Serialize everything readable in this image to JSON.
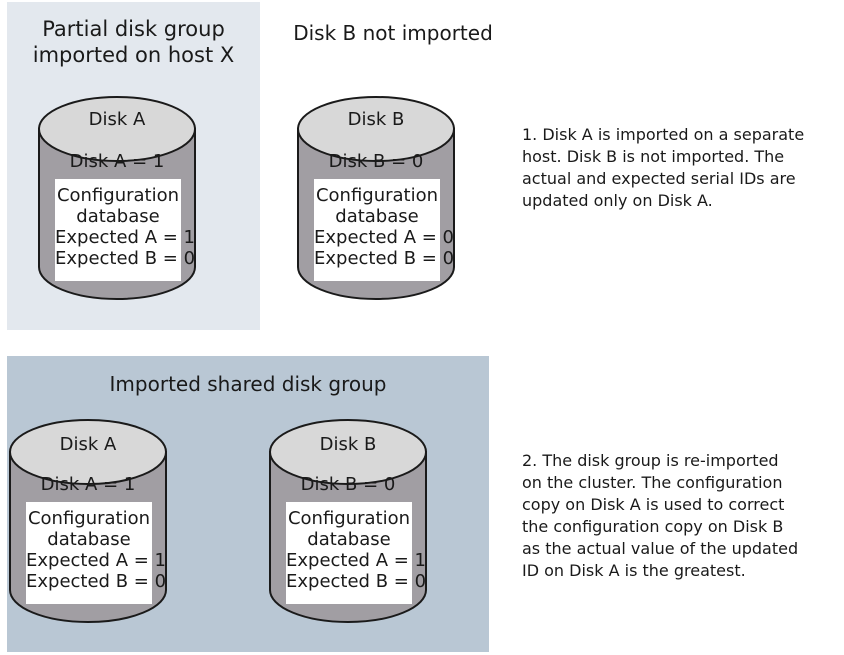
{
  "colors": {
    "panel1_bg": "#e3e8ee",
    "panel2_bg": "#b9c7d4",
    "disk_body": "#a19ea3",
    "disk_top": "#d8d8d8",
    "outline": "#1a1a1a"
  },
  "scene1": {
    "group_title_line1": "Partial disk group",
    "group_title_line2": "imported on host X",
    "outside_title": "Disk B not imported",
    "disk_a": {
      "name": "Disk A",
      "serial": "Disk A = 1",
      "config_line1": "Configuration",
      "config_line2": "database",
      "expected_a": "Expected A = 1",
      "expected_b": "Expected B = 0"
    },
    "disk_b": {
      "name": "Disk B",
      "serial": "Disk B = 0",
      "config_line1": "Configuration",
      "config_line2": "database",
      "expected_a": "Expected A = 0",
      "expected_b": "Expected B = 0"
    },
    "note": [
      "1. Disk A is imported on a separate",
      "host. Disk B is not imported.  The",
      "actual and expected serial IDs are",
      "updated only on Disk A."
    ]
  },
  "scene2": {
    "group_title": "Imported shared disk group",
    "disk_a": {
      "name": "Disk A",
      "serial": "Disk A = 1",
      "config_line1": "Configuration",
      "config_line2": "database",
      "expected_a": "Expected A = 1",
      "expected_b": "Expected B = 0"
    },
    "disk_b": {
      "name": "Disk B",
      "serial": "Disk B = 0",
      "config_line1": "Configuration",
      "config_line2": "database",
      "expected_a": "Expected A = 1",
      "expected_b": "Expected B = 0"
    },
    "note": [
      "2. The disk group is re-imported",
      "on the cluster. The configuration",
      "copy on Disk A is used to correct",
      "the configuration copy on Disk B",
      "as the actual value of the updated",
      "ID on Disk A is the greatest."
    ]
  }
}
